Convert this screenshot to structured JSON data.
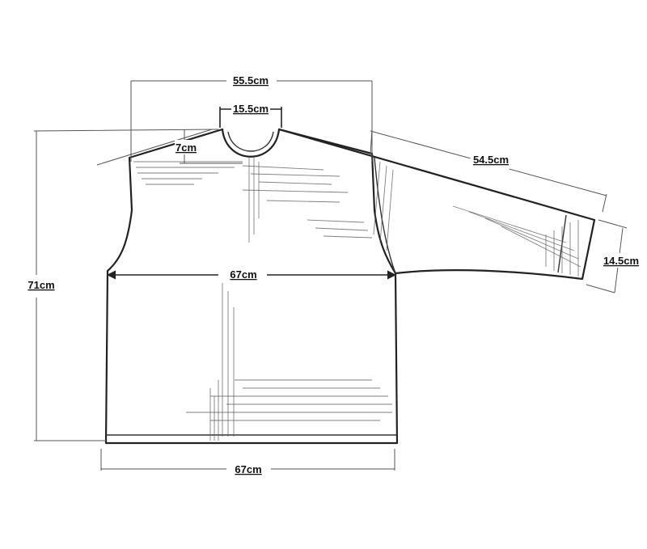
{
  "measurements": {
    "shoulder_width": "55.5cm",
    "neck_width": "15.5cm",
    "neck_drop": "7cm",
    "sleeve_length": "54.5cm",
    "cuff_width": "14.5cm",
    "chest_width": "67cm",
    "hem_width": "67cm",
    "body_length": "71cm"
  },
  "colors": {
    "outline": "#222222",
    "dimension": "#555555",
    "background": "#ffffff"
  }
}
